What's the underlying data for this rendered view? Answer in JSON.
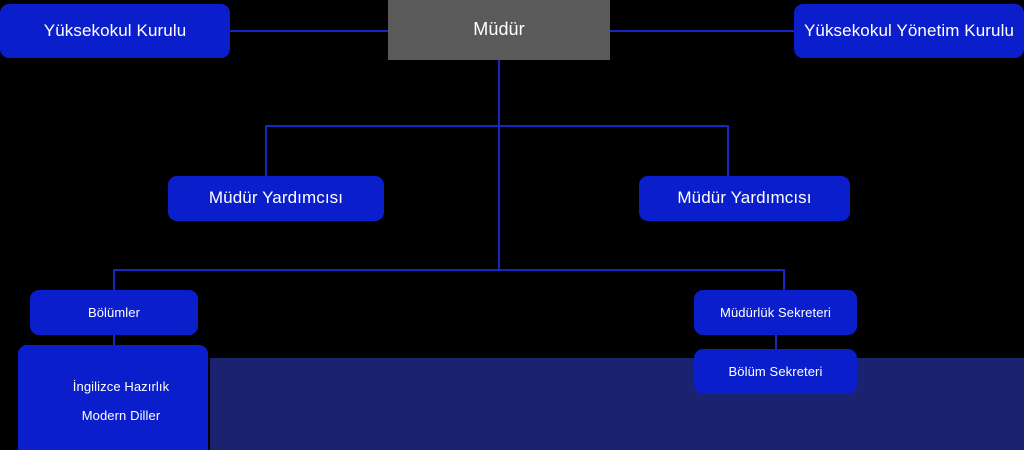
{
  "chart_type": "org-chart",
  "language": "tr",
  "colors": {
    "background": "#000000",
    "node_blue": "#0a1ecc",
    "node_grey": "#5a5a5a",
    "connector": "#1727c4",
    "band_navy": "#1b2270",
    "text": "#ffffff"
  },
  "nodes": {
    "yuksekokul_kurulu": {
      "label": "Yüksekokul Kurulu"
    },
    "mudur": {
      "label": "Müdür"
    },
    "yonetim_kurulu": {
      "label": "Yüksekokul Yönetim Kurulu"
    },
    "mudur_yardimcisi_1": {
      "label": "Müdür Yardımcısı"
    },
    "mudur_yardimcisi_2": {
      "label": "Müdür Yardımcısı"
    },
    "bolumler": {
      "label": "Bölümler"
    },
    "bolum_listesi": {
      "line1": "İngilizce Hazırlık",
      "line2": "Modern Diller"
    },
    "mudurluk_sekreteri": {
      "label": "Müdürlük Sekreteri"
    },
    "bolum_sekreteri": {
      "label": "Bölüm Sekreteri"
    }
  }
}
